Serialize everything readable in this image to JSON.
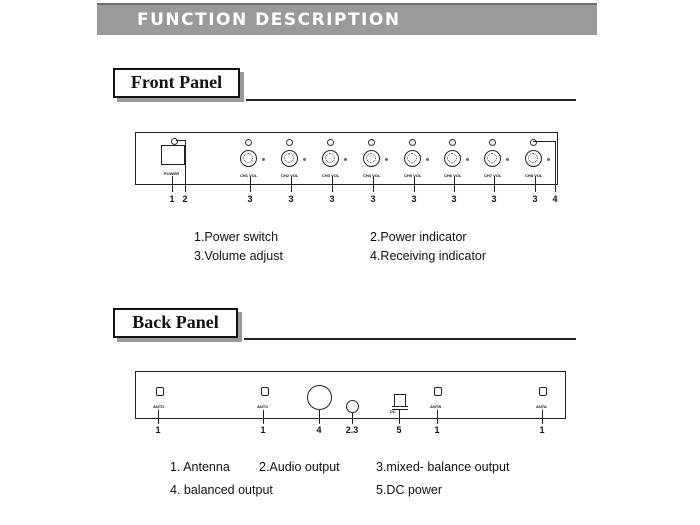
{
  "header": {
    "title": "FUNCTION DESCRIPTION"
  },
  "front": {
    "title": "Front Panel",
    "power_label": "POWER",
    "channels": [
      {
        "label": "CH1 VOL"
      },
      {
        "label": "CH2 VOL"
      },
      {
        "label": "CH3 VOL"
      },
      {
        "label": "CH4 VOL"
      },
      {
        "label": "CH5 VOL"
      },
      {
        "label": "CH6 VOL"
      },
      {
        "label": "CH7 VOL"
      },
      {
        "label": "CH8 VOL"
      }
    ],
    "callouts": [
      "1",
      "2",
      "3",
      "3",
      "3",
      "3",
      "3",
      "3",
      "3",
      "3",
      "4"
    ],
    "legend": [
      "1.Power switch",
      "2.Power indicator",
      "3.Volume adjust",
      "4.Receiving indicator"
    ]
  },
  "back": {
    "title": "Back Panel",
    "labels": [
      "ANTD",
      "ANTC",
      "ANTB",
      "ANTA",
      "DC"
    ],
    "callouts": [
      "1",
      "1",
      "4",
      "2.3",
      "5",
      "1",
      "1"
    ],
    "legend": [
      "1. Antenna",
      "2.Audio output",
      "3.mixed- balance output",
      "4. balanced output",
      "5.DC power"
    ]
  }
}
